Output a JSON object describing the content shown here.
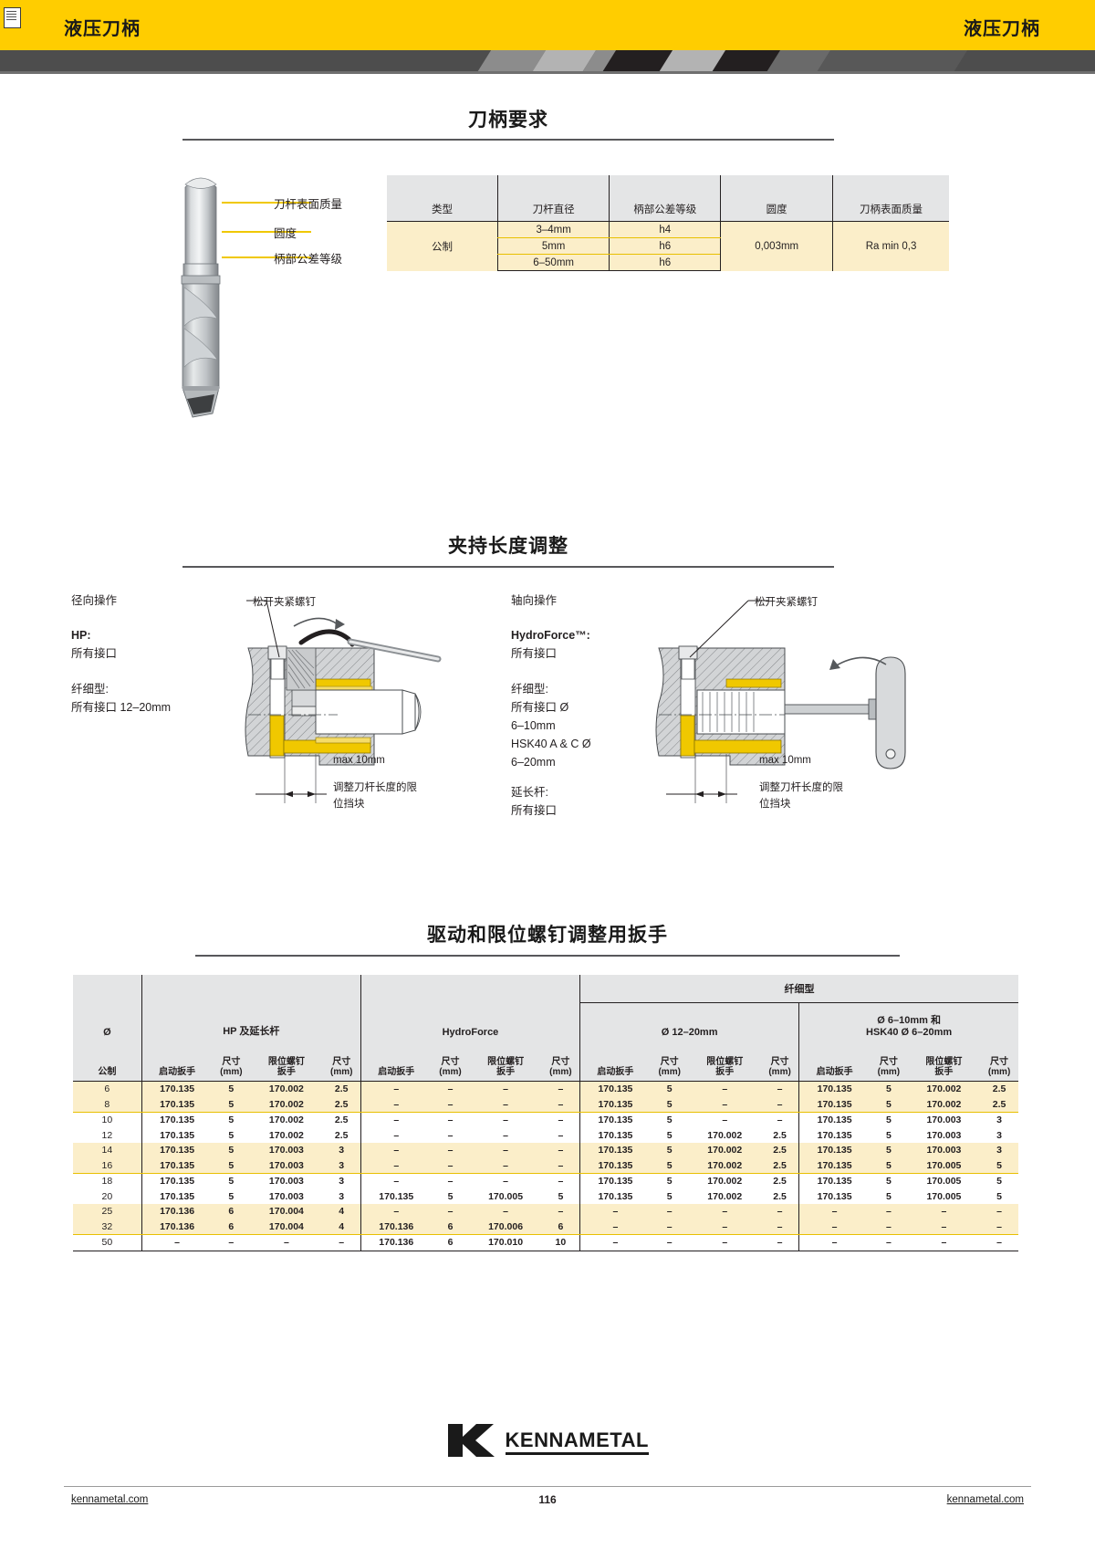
{
  "header": {
    "title_left": "液压刀柄",
    "title_right": "液压刀柄",
    "note_icon": "document-note-icon",
    "band_color": "#ffcd00"
  },
  "section1": {
    "title": "刀柄要求",
    "callouts": [
      "刀杆表面质量",
      "圆度",
      "柄部公差等级"
    ],
    "table": {
      "headers": [
        "类型",
        "刀杆直径",
        "柄部公差等级",
        "圆度",
        "刀柄表面质量"
      ],
      "type_value": "公制",
      "roundness": "0,003mm",
      "surface": "Ra min 0,3",
      "rows": [
        {
          "dia": "3–4mm",
          "tol": "h4"
        },
        {
          "dia": "5mm",
          "tol": "h6"
        },
        {
          "dia": "6–50mm",
          "tol": "h6"
        }
      ]
    }
  },
  "section2": {
    "title": "夹持长度调整",
    "left": {
      "mode": "径向操作",
      "type_label": "HP:",
      "type_value": "所有接口",
      "slim_label": "纤细型:",
      "slim_value": "所有接口 12–20mm",
      "screw_note": "松开夹紧螺钉",
      "max_note": "max 10mm",
      "stop_note_line1": "调整刀杆长度的限",
      "stop_note_line2": "位挡块"
    },
    "right": {
      "mode": "轴向操作",
      "type_label": "HydroForce™:",
      "type_value": "所有接口",
      "slim_label": "纤细型:",
      "slim_line1": "所有接口 Ø",
      "slim_line2": "6–10mm",
      "slim_line3": "HSK40 A & C Ø",
      "slim_line4": "6–20mm",
      "ext_label": "延长杆:",
      "ext_value": "所有接口",
      "screw_note": "松开夹紧螺钉",
      "max_note": "max 10mm",
      "stop_note_line1": "调整刀杆长度的限",
      "stop_note_line2": "位挡块"
    }
  },
  "section3": {
    "title": "驱动和限位螺钉调整用扳手",
    "table": {
      "slim_group": "纤细型",
      "group_headers": [
        "Ø",
        "HP 及延长杆",
        "HydroForce",
        "Ø 12–20mm",
        "Ø 6–10mm 和\nHSK40 Ø 6–20mm"
      ],
      "group4_line1": "Ø 6–10mm 和",
      "group4_line2": "HSK40 Ø 6–20mm",
      "sub_headers": [
        "公制",
        "启动扳手",
        "尺寸\n(mm)",
        "限位螺钉\n扳手",
        "尺寸\n(mm)",
        "启动扳手",
        "尺寸\n(mm)",
        "限位螺钉\n扳手",
        "尺寸\n(mm)",
        "启动扳手",
        "尺寸\n(mm)",
        "限位螺钉\n扳手",
        "尺寸\n(mm)",
        "启动扳手",
        "尺寸\n(mm)",
        "限位螺钉\n扳手",
        "尺寸\n(mm)"
      ],
      "sub_start": "启动扳手",
      "sub_size": "尺寸",
      "sub_mm": "(mm)",
      "sub_stop1": "限位螺钉",
      "sub_stop2": "扳手",
      "sub_metric": "公制",
      "rows": [
        {
          "dia": "6",
          "hp": [
            "170.135",
            "5",
            "170.002",
            "2.5"
          ],
          "hf": [
            "–",
            "–",
            "–",
            "–"
          ],
          "s12": [
            "170.135",
            "5",
            "–",
            "–"
          ],
          "s6": [
            "170.135",
            "5",
            "170.002",
            "2.5"
          ]
        },
        {
          "dia": "8",
          "hp": [
            "170.135",
            "5",
            "170.002",
            "2.5"
          ],
          "hf": [
            "–",
            "–",
            "–",
            "–"
          ],
          "s12": [
            "170.135",
            "5",
            "–",
            "–"
          ],
          "s6": [
            "170.135",
            "5",
            "170.002",
            "2.5"
          ]
        },
        {
          "dia": "10",
          "hp": [
            "170.135",
            "5",
            "170.002",
            "2.5"
          ],
          "hf": [
            "–",
            "–",
            "–",
            "–"
          ],
          "s12": [
            "170.135",
            "5",
            "–",
            "–"
          ],
          "s6": [
            "170.135",
            "5",
            "170.003",
            "3"
          ]
        },
        {
          "dia": "12",
          "hp": [
            "170.135",
            "5",
            "170.002",
            "2.5"
          ],
          "hf": [
            "–",
            "–",
            "–",
            "–"
          ],
          "s12": [
            "170.135",
            "5",
            "170.002",
            "2.5"
          ],
          "s6": [
            "170.135",
            "5",
            "170.003",
            "3"
          ]
        },
        {
          "dia": "14",
          "hp": [
            "170.135",
            "5",
            "170.003",
            "3"
          ],
          "hf": [
            "–",
            "–",
            "–",
            "–"
          ],
          "s12": [
            "170.135",
            "5",
            "170.002",
            "2.5"
          ],
          "s6": [
            "170.135",
            "5",
            "170.003",
            "3"
          ]
        },
        {
          "dia": "16",
          "hp": [
            "170.135",
            "5",
            "170.003",
            "3"
          ],
          "hf": [
            "–",
            "–",
            "–",
            "–"
          ],
          "s12": [
            "170.135",
            "5",
            "170.002",
            "2.5"
          ],
          "s6": [
            "170.135",
            "5",
            "170.005",
            "5"
          ]
        },
        {
          "dia": "18",
          "hp": [
            "170.135",
            "5",
            "170.003",
            "3"
          ],
          "hf": [
            "–",
            "–",
            "–",
            "–"
          ],
          "s12": [
            "170.135",
            "5",
            "170.002",
            "2.5"
          ],
          "s6": [
            "170.135",
            "5",
            "170.005",
            "5"
          ]
        },
        {
          "dia": "20",
          "hp": [
            "170.135",
            "5",
            "170.003",
            "3"
          ],
          "hf": [
            "170.135",
            "5",
            "170.005",
            "5"
          ],
          "s12": [
            "170.135",
            "5",
            "170.002",
            "2.5"
          ],
          "s6": [
            "170.135",
            "5",
            "170.005",
            "5"
          ]
        },
        {
          "dia": "25",
          "hp": [
            "170.136",
            "6",
            "170.004",
            "4"
          ],
          "hf": [
            "–",
            "–",
            "–",
            "–"
          ],
          "s12": [
            "–",
            "–",
            "–",
            "–"
          ],
          "s6": [
            "–",
            "–",
            "–",
            "–"
          ]
        },
        {
          "dia": "32",
          "hp": [
            "170.136",
            "6",
            "170.004",
            "4"
          ],
          "hf": [
            "170.136",
            "6",
            "170.006",
            "6"
          ],
          "s12": [
            "–",
            "–",
            "–",
            "–"
          ],
          "s6": [
            "–",
            "–",
            "–",
            "–"
          ]
        },
        {
          "dia": "50",
          "hp": [
            "–",
            "–",
            "–",
            "–"
          ],
          "hf": [
            "170.136",
            "6",
            "170.010",
            "10"
          ],
          "s12": [
            "–",
            "–",
            "–",
            "–"
          ],
          "s6": [
            "–",
            "–",
            "–",
            "–"
          ]
        }
      ]
    }
  },
  "footer": {
    "logo_text": "KENNAMETAL",
    "link_left": "kennametal.com",
    "link_right": "kennametal.com",
    "page_number": "116"
  }
}
